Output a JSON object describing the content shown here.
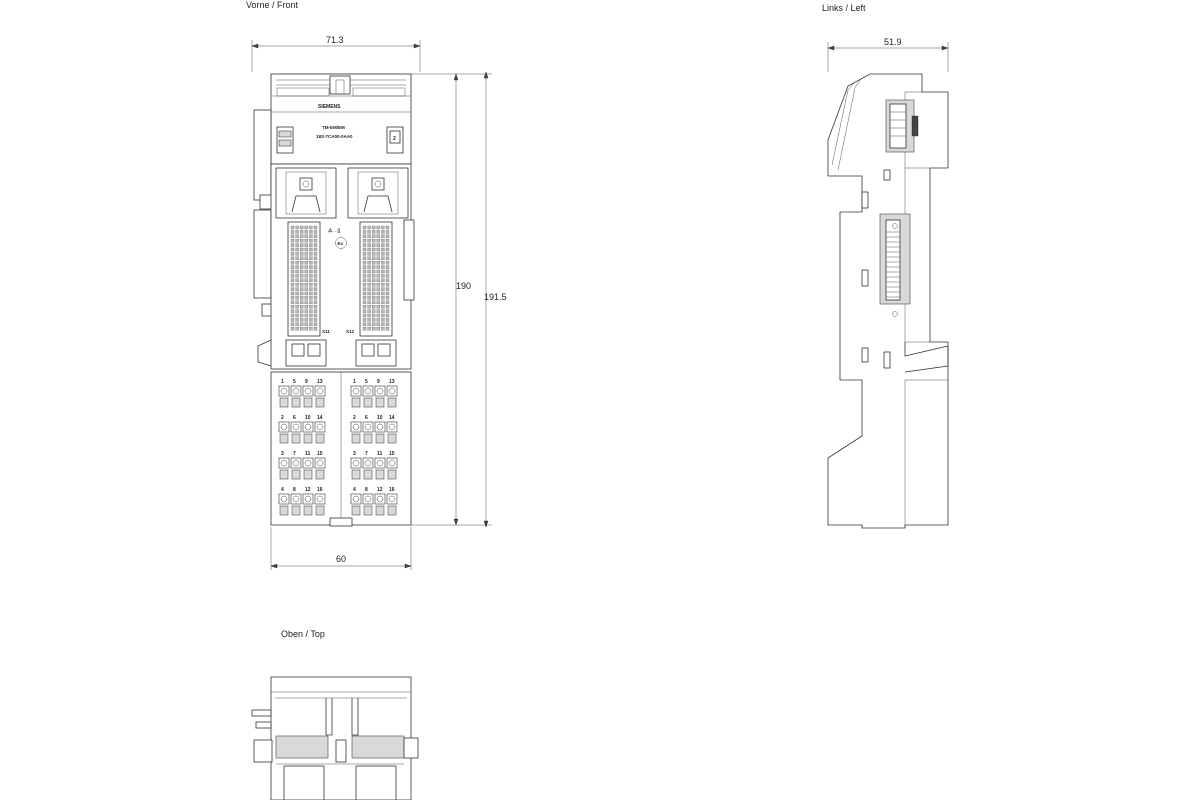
{
  "views": {
    "front": "Vorne / Front",
    "left": "Links / Left",
    "top": "Oben / Top"
  },
  "dimensions": {
    "front_width_top": "71.3",
    "front_width_bottom": "60",
    "front_height_inner": "190",
    "front_height_outer": "191.5",
    "left_width": "51.9"
  },
  "module": {
    "brand": "SIEMENS",
    "model": "TM-EM/EM",
    "order_no": "18S-7CA00-0AA0",
    "slot_number": "2",
    "connector_left": "X11",
    "connector_right": "X12",
    "ex_mark": "Ex",
    "warning_mark": "⚠→▯",
    "terminal_rows": [
      [
        "1",
        "5",
        "9",
        "13"
      ],
      [
        "2",
        "6",
        "10",
        "14"
      ],
      [
        "3",
        "7",
        "11",
        "15"
      ],
      [
        "4",
        "8",
        "12",
        "16"
      ]
    ]
  }
}
